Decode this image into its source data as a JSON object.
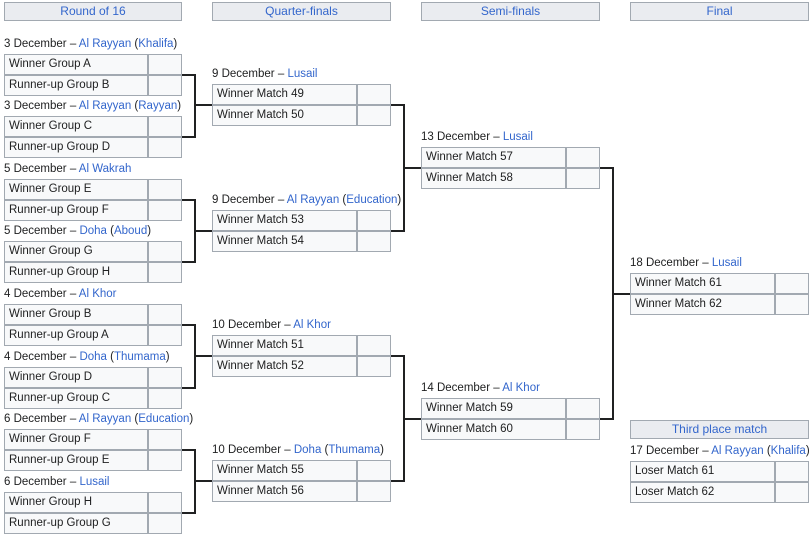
{
  "headers": {
    "r16": "Round of 16",
    "qf": "Quarter-finals",
    "sf": "Semi-finals",
    "final": "Final",
    "third": "Third place match"
  },
  "r16": [
    {
      "date": "3 December",
      "venue": "Al Rayyan",
      "detail": "Khalifa",
      "teams": [
        "Winner Group A",
        "Runner-up Group B"
      ]
    },
    {
      "date": "3 December",
      "venue": "Al Rayyan",
      "detail": "Rayyan",
      "teams": [
        "Winner Group C",
        "Runner-up Group D"
      ]
    },
    {
      "date": "5 December",
      "venue": "Al Wakrah",
      "detail": "",
      "teams": [
        "Winner Group E",
        "Runner-up Group F"
      ]
    },
    {
      "date": "5 December",
      "venue": "Doha",
      "detail": "Aboud",
      "teams": [
        "Winner Group G",
        "Runner-up Group H"
      ]
    },
    {
      "date": "4 December",
      "venue": "Al Khor",
      "detail": "",
      "teams": [
        "Winner Group B",
        "Runner-up Group A"
      ]
    },
    {
      "date": "4 December",
      "venue": "Doha",
      "detail": "Thumama",
      "teams": [
        "Winner Group D",
        "Runner-up Group C"
      ]
    },
    {
      "date": "6 December",
      "venue": "Al Rayyan",
      "detail": "Education",
      "teams": [
        "Winner Group F",
        "Runner-up Group E"
      ]
    },
    {
      "date": "6 December",
      "venue": "Lusail",
      "detail": "",
      "teams": [
        "Winner Group H",
        "Runner-up Group G"
      ]
    }
  ],
  "qf": [
    {
      "date": "9 December",
      "venue": "Lusail",
      "detail": "",
      "teams": [
        "Winner Match 49",
        "Winner Match 50"
      ]
    },
    {
      "date": "9 December",
      "venue": "Al Rayyan",
      "detail": "Education",
      "teams": [
        "Winner Match 53",
        "Winner Match 54"
      ]
    },
    {
      "date": "10 December",
      "venue": "Al Khor",
      "detail": "",
      "teams": [
        "Winner Match 51",
        "Winner Match 52"
      ]
    },
    {
      "date": "10 December",
      "venue": "Doha",
      "detail": "Thumama",
      "teams": [
        "Winner Match 55",
        "Winner Match 56"
      ]
    }
  ],
  "sf": [
    {
      "date": "13 December",
      "venue": "Lusail",
      "detail": "",
      "teams": [
        "Winner Match 57",
        "Winner Match 58"
      ]
    },
    {
      "date": "14 December",
      "venue": "Al Khor",
      "detail": "",
      "teams": [
        "Winner Match 59",
        "Winner Match 60"
      ]
    }
  ],
  "final": [
    {
      "date": "18 December",
      "venue": "Lusail",
      "detail": "",
      "teams": [
        "Winner Match 61",
        "Winner Match 62"
      ]
    }
  ],
  "third": [
    {
      "date": "17 December",
      "venue": "Al Rayyan",
      "detail": "Khalifa",
      "teams": [
        "Loser Match 61",
        "Loser Match 62"
      ]
    }
  ]
}
